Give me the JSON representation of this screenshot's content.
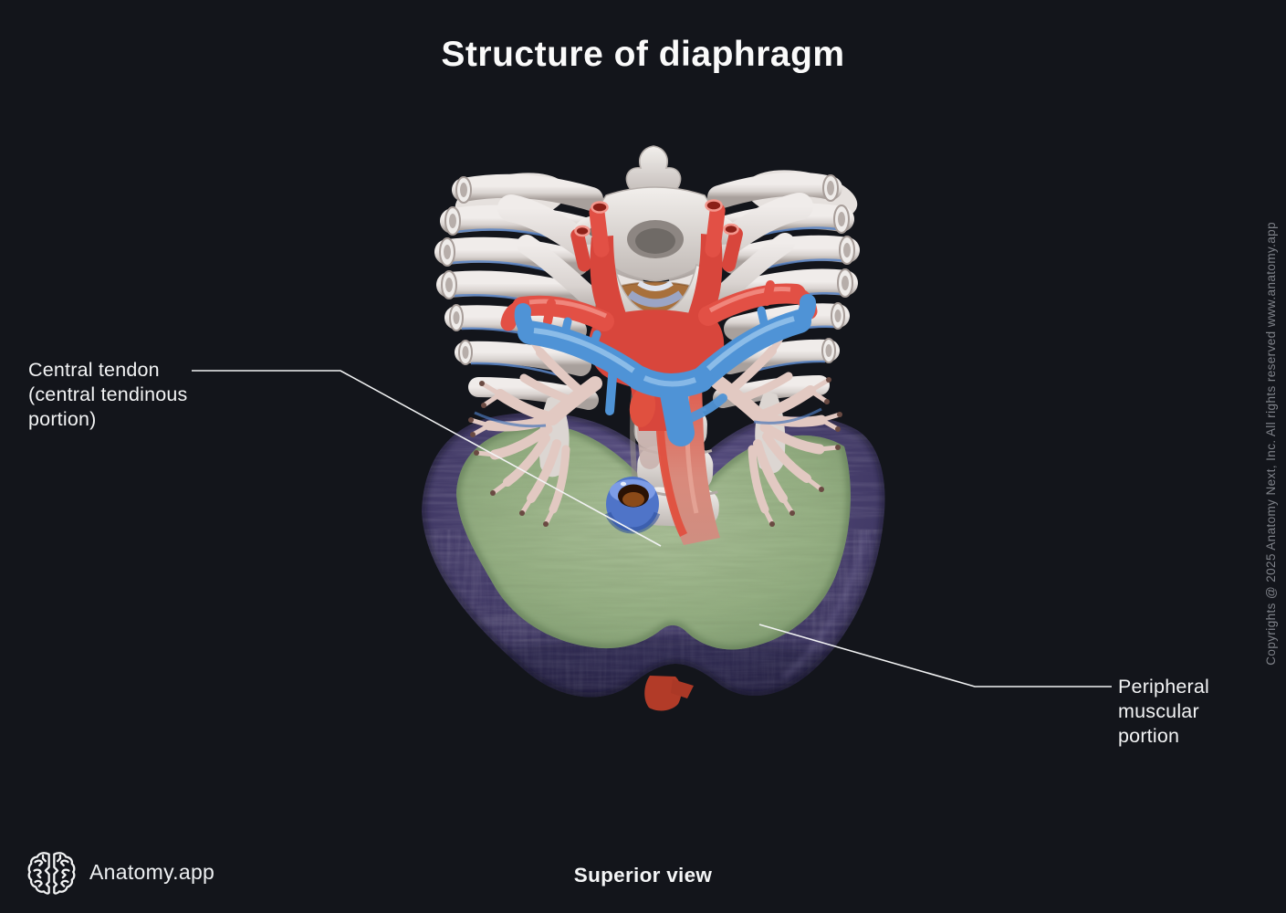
{
  "title": "Structure of diaphragm",
  "view_label": "Superior view",
  "brand": {
    "name": "Anatomy.app"
  },
  "copyright_vertical": "Copyrights @ 2025 Anatomy Next, Inc. All rights reserved www.anatomy.app",
  "annotations": [
    {
      "id": "central-tendon",
      "lines": [
        "Central tendon",
        "(central tendinous",
        "portion)"
      ]
    },
    {
      "id": "peripheral-muscular-portion",
      "lines": [
        "Peripheral",
        "muscular",
        "portion"
      ]
    }
  ],
  "figure": {
    "structures": [
      {
        "name": "Central tendon (central tendinous portion)",
        "highlight_color": "#96b084"
      },
      {
        "name": "Peripheral muscular portion",
        "highlight_color": "#4a4170"
      }
    ]
  },
  "colors": {
    "background": "#13151b",
    "text": "#f4f5f6",
    "muted_text": "#7e8188",
    "central_tendon_green": "#96b084",
    "peripheral_purple": "#4a4170",
    "artery_red": "#dd4a3e",
    "vein_blue": "#4f93d6",
    "bone_ivory": "#e2dcd9",
    "bronchus_pink": "#e2c9c2",
    "leader_line": "#f2f3f4"
  }
}
